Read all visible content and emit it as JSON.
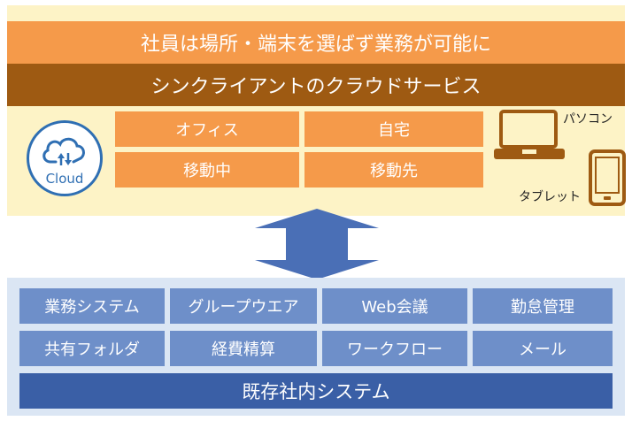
{
  "top": {
    "banner_title": "社員は場所・端末を選ばず業務が可能に",
    "banner_subtitle": "シンクライアントのクラウドサービス",
    "locations": [
      "オフィス",
      "自宅",
      "移動中",
      "移動先"
    ],
    "cloud_label": "Cloud",
    "pc_label": "パソコン",
    "tablet_label": "タブレット"
  },
  "bottom": {
    "systems": [
      "業務システム",
      "グループウエア",
      "Web会議",
      "勤怠管理",
      "共有フォルダ",
      "経費精算",
      "ワークフロー",
      "メール"
    ],
    "base_label": "既存社内システム"
  },
  "colors": {
    "orange": "#f59a4a",
    "brown": "#9e5a12",
    "cream": "#fdf3c6",
    "blue_dark": "#3a5fa6",
    "blue_mid": "#6e8fc9",
    "blue_light": "#dbe6f4",
    "arrow": "#4a6fb6",
    "cloud": "#2f6fb3"
  },
  "icons": [
    "cloud-icon",
    "laptop-icon",
    "tablet-icon",
    "double-arrow-icon"
  ]
}
